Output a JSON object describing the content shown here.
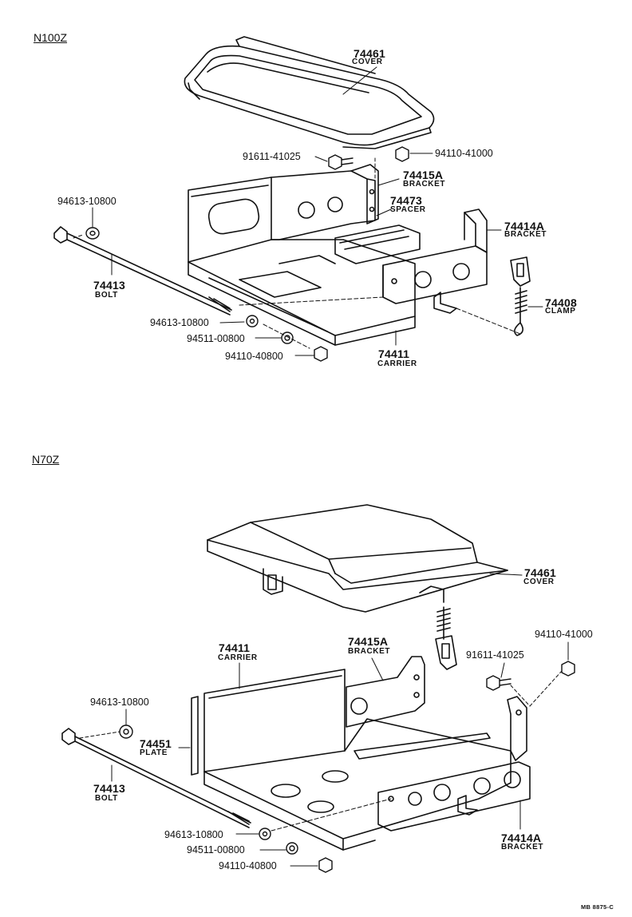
{
  "code": "MB 8875-C",
  "sections": [
    {
      "id": "n100z",
      "title": "N100Z",
      "parts": [
        {
          "num": "74461",
          "name": "COVER"
        },
        {
          "num": "74415A",
          "name": "BRACKET"
        },
        {
          "num": "74473",
          "name": "SPACER"
        },
        {
          "num": "74414A",
          "name": "BRACKET"
        },
        {
          "num": "74413",
          "name": "BOLT"
        },
        {
          "num": "74408",
          "name": "CLAMP"
        },
        {
          "num": "74411",
          "name": "CARRIER"
        }
      ],
      "fasteners": [
        "91611-41025",
        "94110-41000",
        "94613-10800",
        "94613-10800",
        "94511-00800",
        "94110-40800"
      ]
    },
    {
      "id": "n70z",
      "title": "N70Z",
      "parts": [
        {
          "num": "74461",
          "name": "COVER"
        },
        {
          "num": "74411",
          "name": "CARRIER"
        },
        {
          "num": "74415A",
          "name": "BRACKET"
        },
        {
          "num": "74451",
          "name": "PLATE"
        },
        {
          "num": "74413",
          "name": "BOLT"
        },
        {
          "num": "74414A",
          "name": "BRACKET"
        }
      ],
      "fasteners": [
        "94110-41000",
        "91611-41025",
        "94613-10800",
        "94613-10800",
        "94511-00800",
        "94110-40800"
      ]
    }
  ]
}
